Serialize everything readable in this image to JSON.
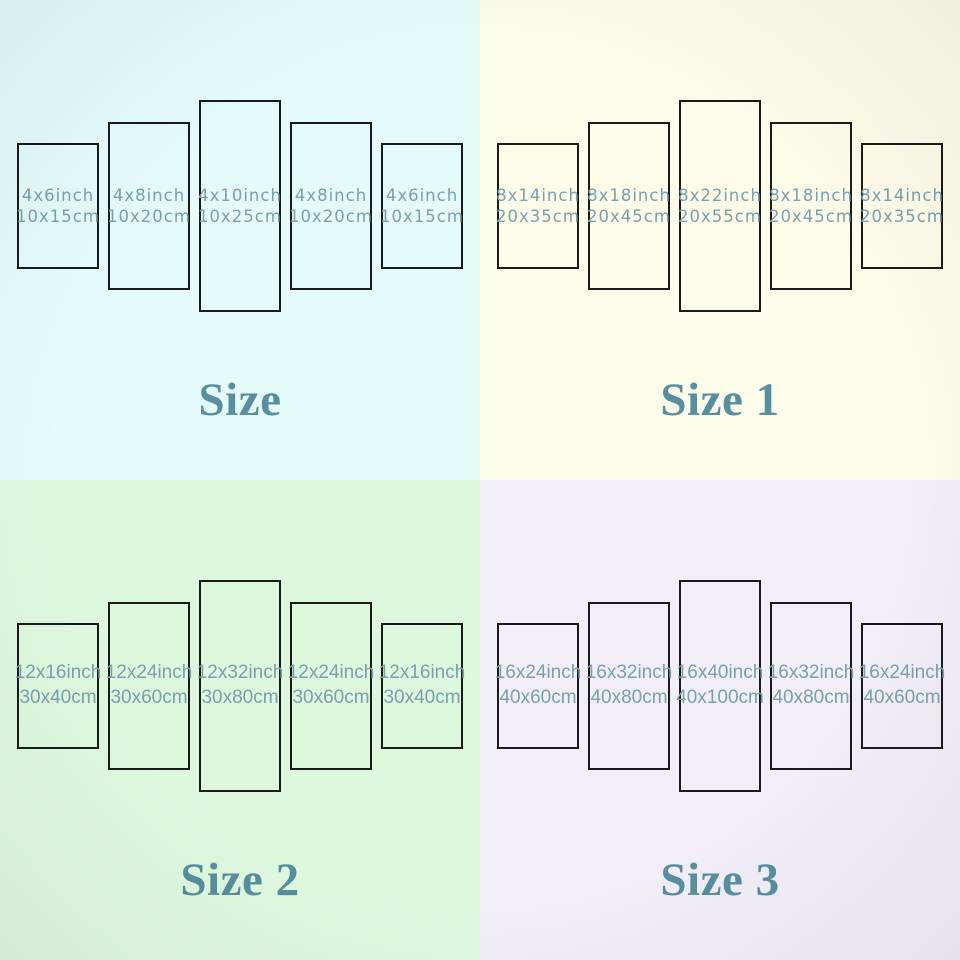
{
  "colors": {
    "label_text": "#78a1ac",
    "title_text": "#578fa0",
    "panel_border": "#1a1a1a",
    "bg_top_left": "#e4fbf9",
    "bg_top_right": "#fdfce9",
    "bg_bottom_left": "#def8de",
    "bg_bottom_right": "#f2eef7"
  },
  "quadrants": [
    {
      "title": "Size",
      "bg": "#e4fbf9",
      "panels": [
        {
          "inch": "4x6inch",
          "cm": "10x15cm"
        },
        {
          "inch": "4x8inch",
          "cm": "10x20cm"
        },
        {
          "inch": "4x10inch",
          "cm": "10x25cm"
        },
        {
          "inch": "4x8inch",
          "cm": "10x20cm"
        },
        {
          "inch": "4x6inch",
          "cm": "10x15cm"
        }
      ]
    },
    {
      "title": "Size 1",
      "bg": "#fdfce9",
      "panels": [
        {
          "inch": "8x14inch",
          "cm": "20x35cm"
        },
        {
          "inch": "8x18inch",
          "cm": "20x45cm"
        },
        {
          "inch": "8x22inch",
          "cm": "20x55cm"
        },
        {
          "inch": "8x18inch",
          "cm": "20x45cm"
        },
        {
          "inch": "8x14inch",
          "cm": "20x35cm"
        }
      ]
    },
    {
      "title": "Size 2",
      "bg": "#def8de",
      "panels": [
        {
          "inch": "12x16inch",
          "cm": "30x40cm"
        },
        {
          "inch": "12x24inch",
          "cm": "30x60cm"
        },
        {
          "inch": "12x32inch",
          "cm": "30x80cm"
        },
        {
          "inch": "12x24inch",
          "cm": "30x60cm"
        },
        {
          "inch": "12x16inch",
          "cm": "30x40cm"
        }
      ]
    },
    {
      "title": "Size 3",
      "bg": "#f2eef7",
      "panels": [
        {
          "inch": "16x24inch",
          "cm": "40x60cm"
        },
        {
          "inch": "16x32inch",
          "cm": "40x80cm"
        },
        {
          "inch": "16x40inch",
          "cm": "40x100cm"
        },
        {
          "inch": "16x32inch",
          "cm": "40x80cm"
        },
        {
          "inch": "16x24inch",
          "cm": "40x60cm"
        }
      ]
    }
  ]
}
